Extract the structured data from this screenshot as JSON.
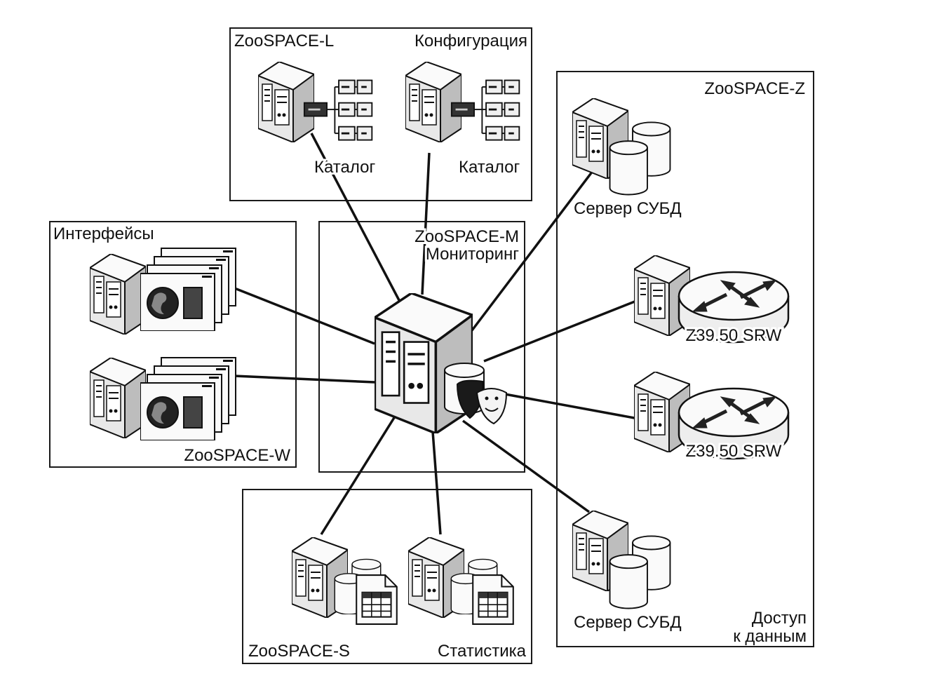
{
  "groups": {
    "zoospace_l": {
      "title": "ZooSPACE-L",
      "config": "Конфигурация",
      "catalog_1": "Каталог",
      "catalog_2": "Каталог"
    },
    "zoospace_m": {
      "title": "ZooSPACE-M",
      "subtitle": "Мониторинг"
    },
    "interfaces": {
      "title": "Интерфейсы",
      "footer": "ZooSPACE-W"
    },
    "zoospace_z": {
      "title": "ZooSPACE-Z",
      "db_server_1": "Сервер СУБД",
      "srw_1": "Z39.50 SRW",
      "srw_2": "Z39.50 SRW",
      "db_server_2": "Сервер СУБД",
      "access_line1": "Доступ",
      "access_line2": "к данным"
    },
    "zoospace_s": {
      "title": "ZooSPACE-S",
      "stats": "Статистика"
    }
  },
  "icons": [
    "server-icon",
    "catalog-tree-icon",
    "database-icon",
    "browser-window-icon",
    "globe-icon",
    "router-icon",
    "table-document-icon",
    "theater-masks-icon"
  ],
  "colors": {
    "line": "#111111",
    "box_border": "#1a1a1a",
    "server_body": "#f2f2f2",
    "dark": "#2a2a2a"
  }
}
